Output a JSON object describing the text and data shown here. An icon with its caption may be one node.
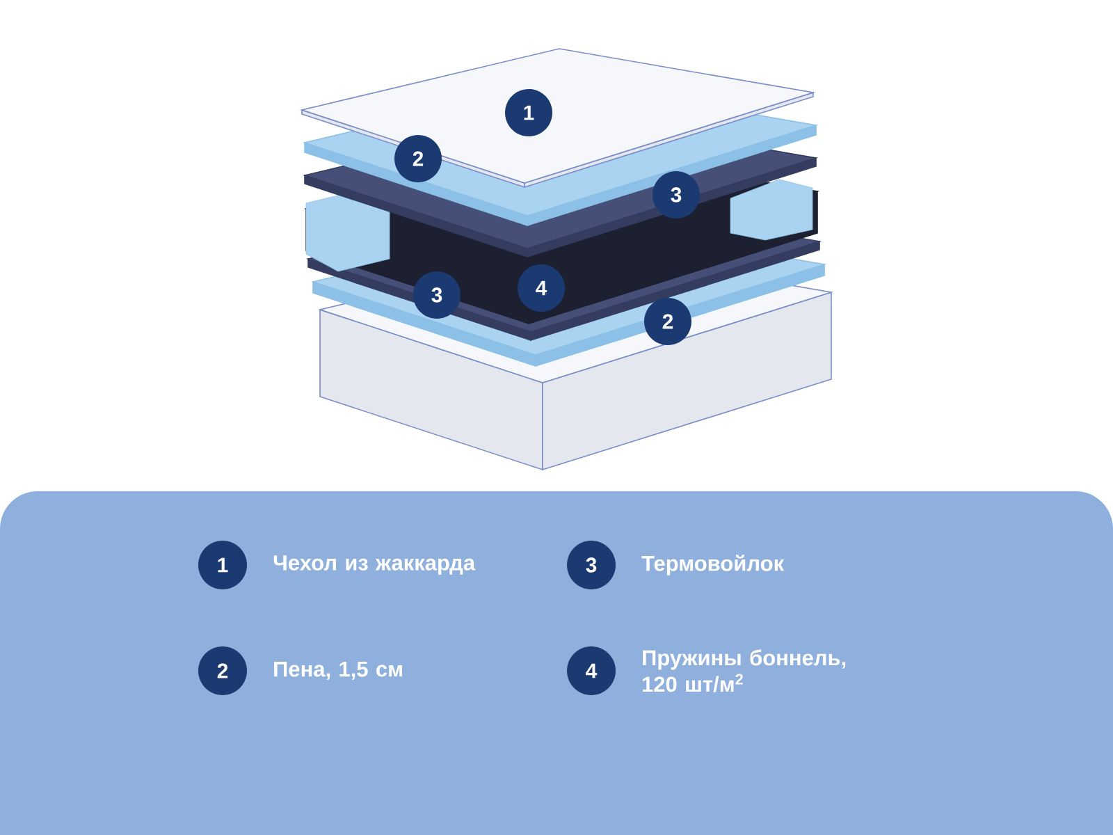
{
  "diagram": {
    "labels": [
      "1",
      "2",
      "3",
      "3",
      "4",
      "2",
      "1",
      "Чехол из жаккарда",
      "3",
      "Термовойлок",
      "2",
      "Пена, 1,5 см",
      "4",
      "Пружины боннель, 120 шт/м$^{2}$"
    ]
  }
}
